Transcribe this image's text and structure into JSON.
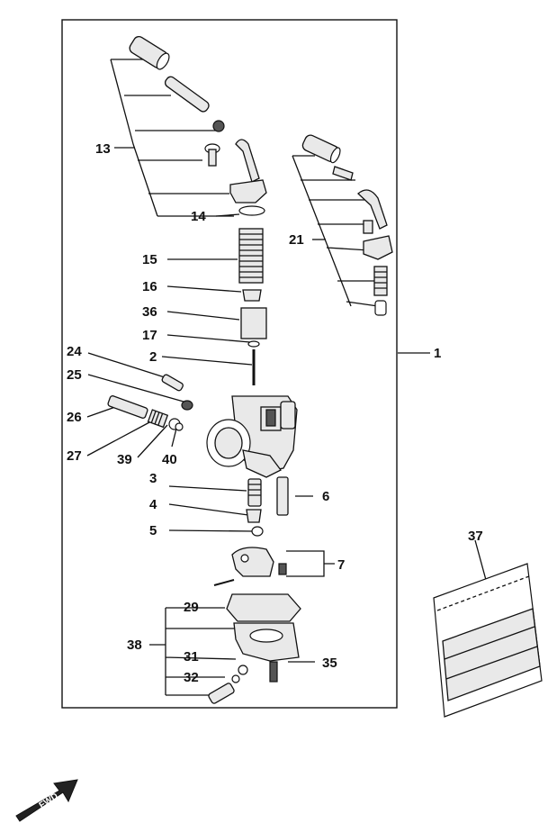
{
  "callouts": {
    "c1": "1",
    "c2": "2",
    "c3": "3",
    "c4": "4",
    "c5": "5",
    "c6": "6",
    "c7": "7",
    "c13": "13",
    "c14": "14",
    "c15": "15",
    "c16": "16",
    "c17": "17",
    "c21": "21",
    "c24": "24",
    "c25": "25",
    "c26": "26",
    "c27": "27",
    "c29": "29",
    "c31": "31",
    "c32": "32",
    "c35": "35",
    "c36": "36",
    "c37": "37",
    "c38": "38",
    "c39": "39",
    "c40": "40"
  },
  "fwd_badge": "FWD",
  "colors": {
    "ink": "#111111",
    "paper": "#ffffff",
    "part_fill": "#e9e9e9"
  }
}
